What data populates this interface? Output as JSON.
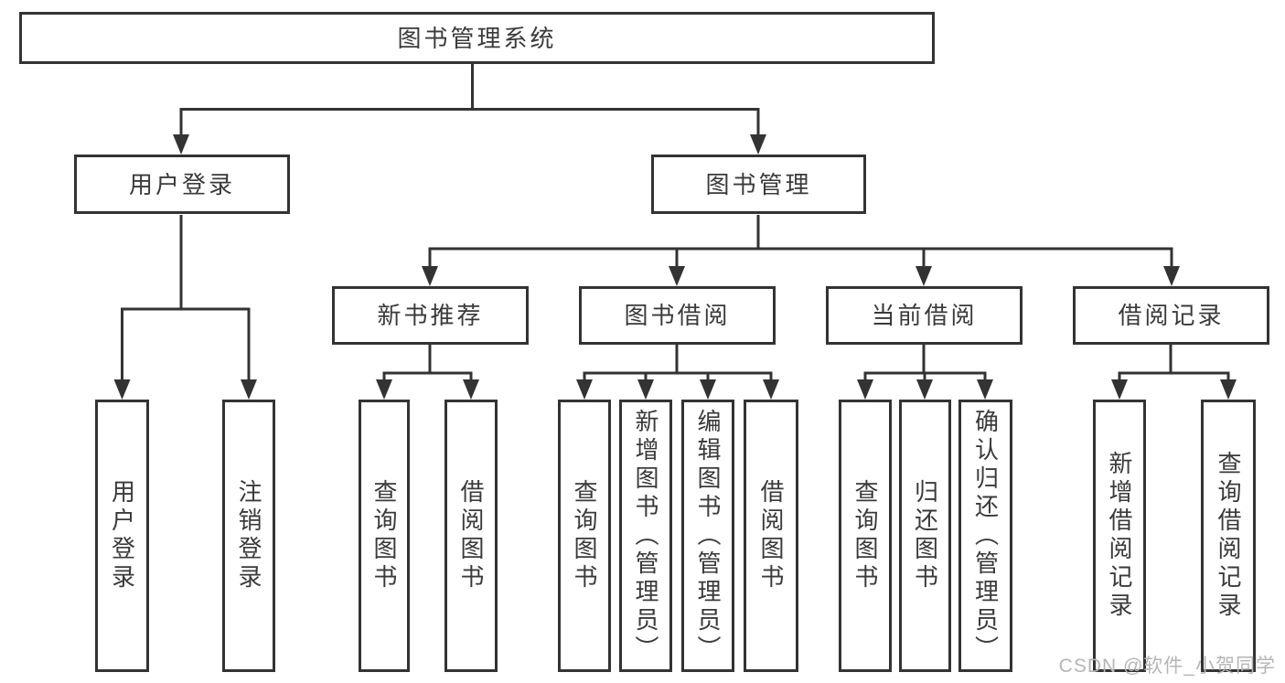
{
  "diagram_type": "hierarchy-tree",
  "tree": {
    "label": "图书管理系统",
    "children": [
      {
        "label": "用户登录",
        "children": [
          {
            "label": "用户登录"
          },
          {
            "label": "注销登录"
          }
        ]
      },
      {
        "label": "图书管理",
        "children": [
          {
            "label": "新书推荐",
            "children": [
              {
                "label": "查询图书"
              },
              {
                "label": "借阅图书"
              }
            ]
          },
          {
            "label": "图书借阅",
            "children": [
              {
                "label": "查询图书"
              },
              {
                "label": "新增图书（管理员）"
              },
              {
                "label": "编辑图书（管理员）"
              },
              {
                "label": "借阅图书"
              }
            ]
          },
          {
            "label": "当前借阅",
            "children": [
              {
                "label": "查询图书"
              },
              {
                "label": "归还图书"
              },
              {
                "label": "确认归还（管理员）"
              }
            ]
          },
          {
            "label": "借阅记录",
            "children": [
              {
                "label": "新增借阅记录"
              },
              {
                "label": "查询借阅记录"
              }
            ]
          }
        ]
      }
    ]
  },
  "watermark": "CSDN @软件_小贺同学",
  "colors": {
    "line": "#333333",
    "box_border": "#333333",
    "text": "#3a3a3a",
    "background": "#ffffff",
    "watermark": "#b5b5b5"
  }
}
